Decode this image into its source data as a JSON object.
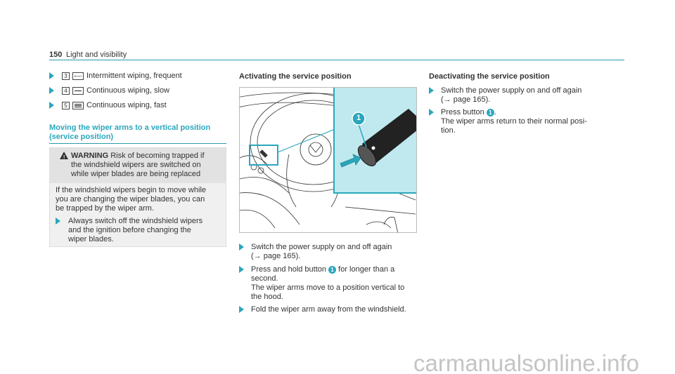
{
  "header": {
    "page_number": "150",
    "section": "Light and visibility"
  },
  "wiper_settings": [
    {
      "key": "3",
      "symbol": "dotted-line-icon",
      "label": "Intermittent wiping, frequent"
    },
    {
      "key": "4",
      "symbol": "single-line-icon",
      "label": "Continuous wiping, slow"
    },
    {
      "key": "5",
      "symbol": "triple-line-icon",
      "label": "Continuous wiping, fast"
    }
  ],
  "moving_section": {
    "title_line1": "Moving the wiper arms to a vertical position",
    "title_line2": "(service position)"
  },
  "warning": {
    "word": "WARNING",
    "line1": "Risk of becoming trapped if",
    "line2": "the windshield wipers are switched on",
    "line3": "while wiper blades are being replaced",
    "body1": "If the windshield wipers begin to move while",
    "body2": "you are changing the wiper blades, you can",
    "body3": "be trapped by the wiper arm.",
    "step1": "Always switch off the windshield wipers",
    "step2": "and the ignition before changing the",
    "step3": "wiper blades."
  },
  "activating": {
    "title": "Activating the service position",
    "callout": "1",
    "s1a": "Switch the power supply on and off again",
    "s1b": "(→ page 165).",
    "s2a": "Press and hold button",
    "s2b": "for longer than a",
    "s2c": "second.",
    "s2d": "The wiper arms move to a position vertical to",
    "s2e": "the hood.",
    "s3": "Fold the wiper arm away from the windshield."
  },
  "deactivating": {
    "title": "Deactivating the service position",
    "s1a": "Switch the power supply on and off again",
    "s1b": "(→ page 165).",
    "s2a": "Press button",
    "s2b": ".",
    "s2c": "The wiper arms return to their normal posi-",
    "s2d": "tion."
  },
  "accent_color": "#2aa7bd",
  "watermark": "carmanualsonline.info"
}
